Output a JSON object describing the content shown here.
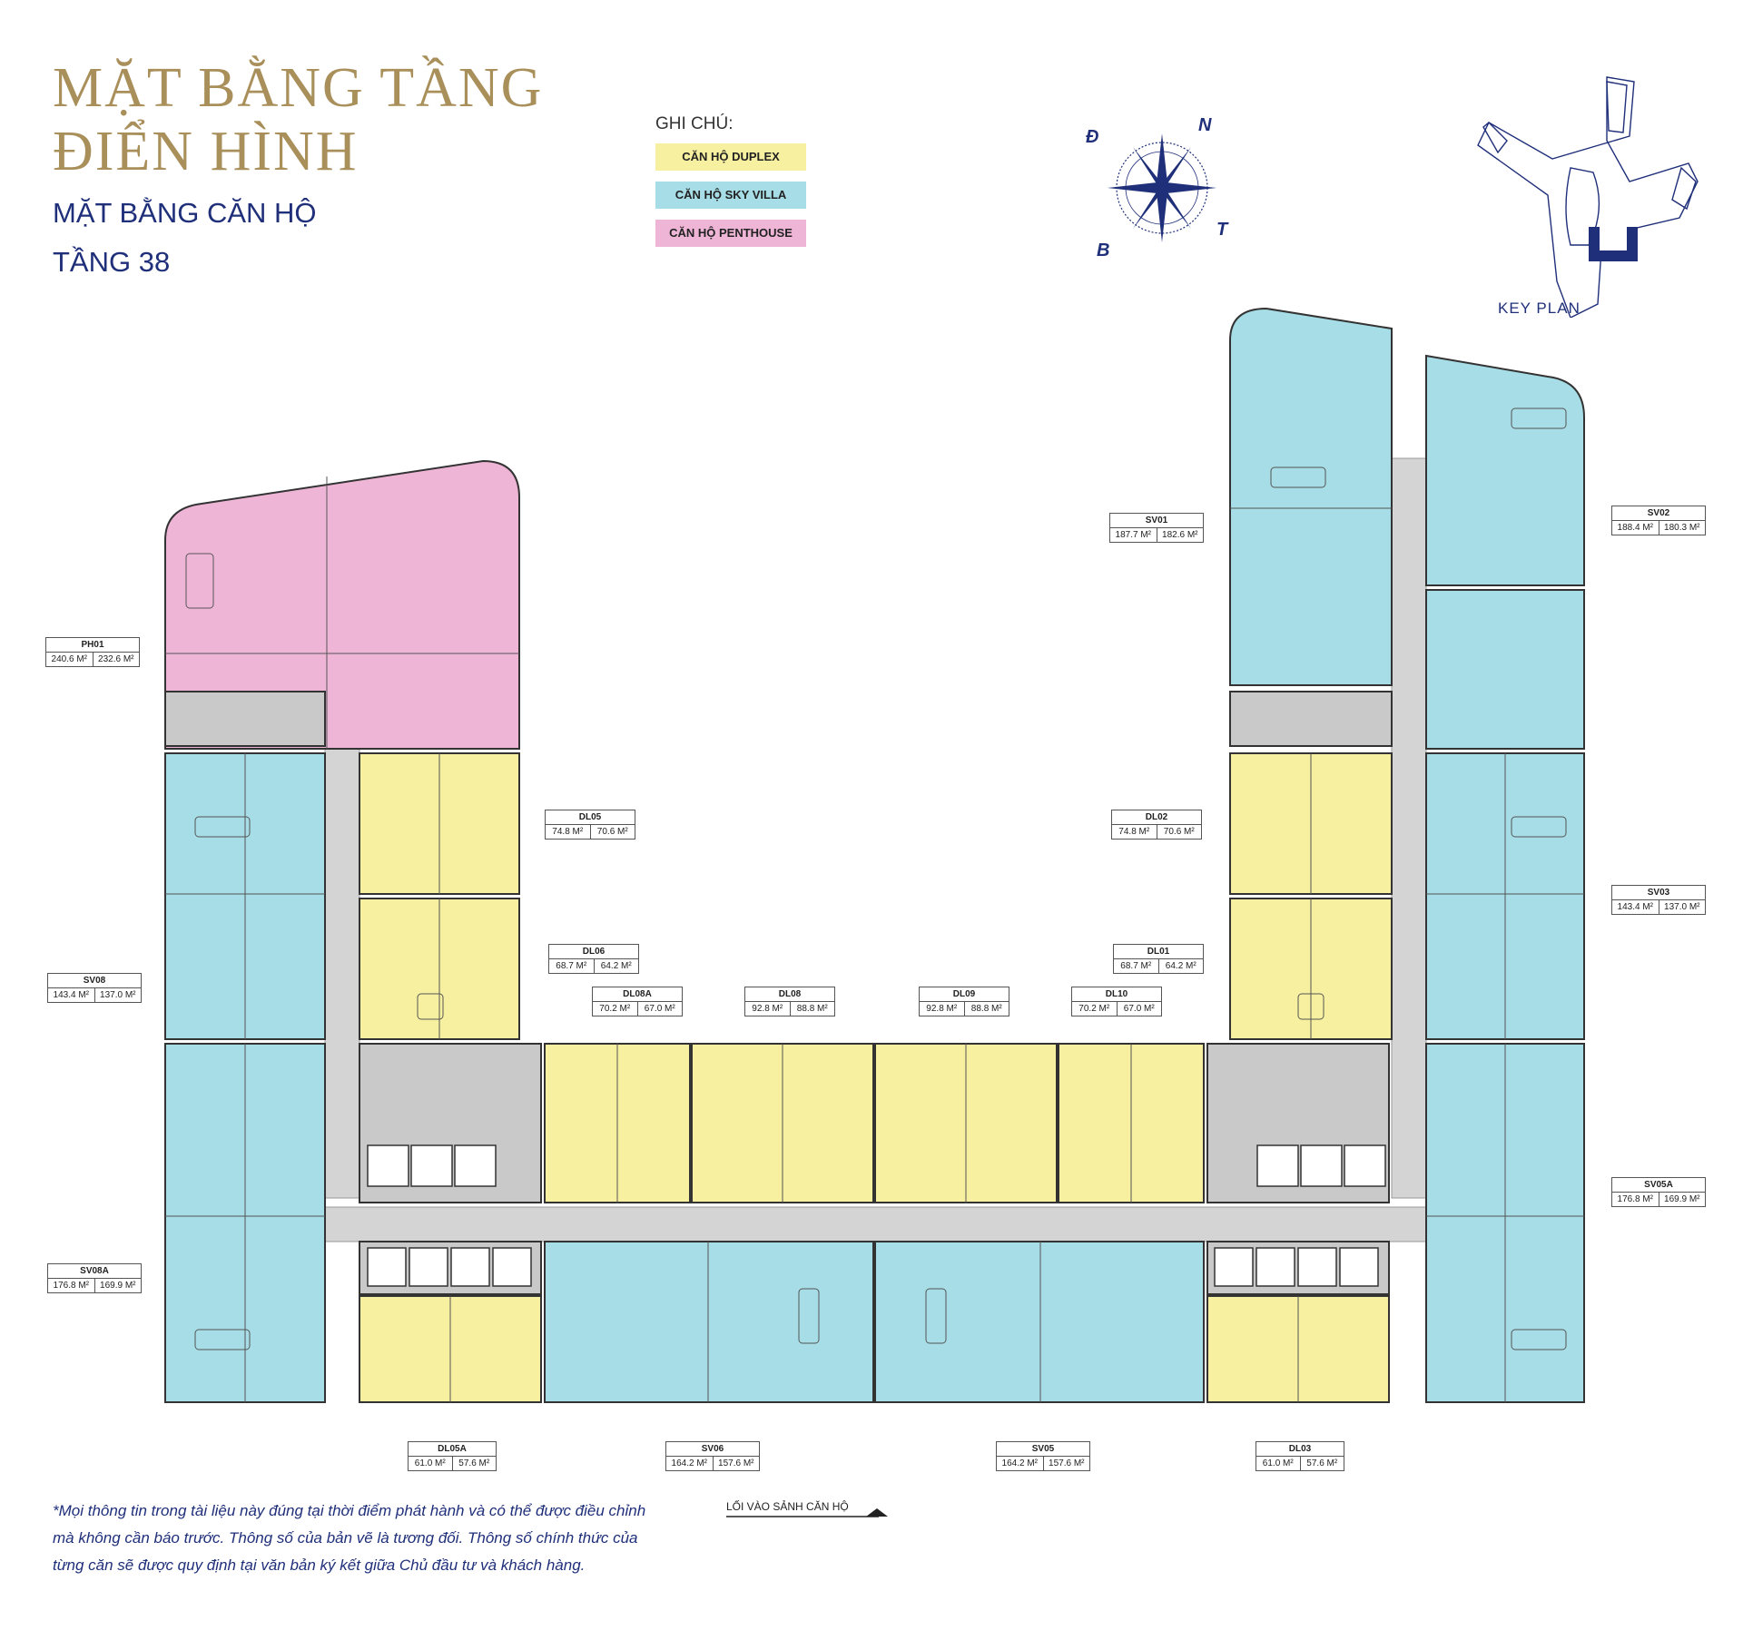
{
  "title": {
    "line1": "MẶT BẰNG TẦNG",
    "line2": "ĐIỂN HÌNH",
    "sub1": "MẶT BẰNG CĂN HỘ",
    "sub2": "TẦNG 38"
  },
  "legend": {
    "heading": "GHI CHÚ:",
    "items": [
      {
        "label": "CĂN HỘ DUPLEX",
        "color": "#f7f0a0"
      },
      {
        "label": "CĂN HỘ SKY VILLA",
        "color": "#a7dde6"
      },
      {
        "label": "CĂN HỘ PENTHOUSE",
        "color": "#eeb5d6"
      }
    ]
  },
  "compass": {
    "n": "N",
    "d": "Đ",
    "b": "B",
    "t": "T"
  },
  "keyplan": {
    "label": "KEY PLAN"
  },
  "units": [
    {
      "id": "PH01",
      "a1": "240.6 M²",
      "a2": "232.6 M²"
    },
    {
      "id": "SV08",
      "a1": "143.4 M²",
      "a2": "137.0 M²"
    },
    {
      "id": "SV08A",
      "a1": "176.8 M²",
      "a2": "169.9 M²"
    },
    {
      "id": "DL05",
      "a1": "74.8 M²",
      "a2": "70.6 M²"
    },
    {
      "id": "DL06",
      "a1": "68.7 M²",
      "a2": "64.2 M²"
    },
    {
      "id": "DL08A",
      "a1": "70.2 M²",
      "a2": "67.0 M²"
    },
    {
      "id": "DL08",
      "a1": "92.8 M²",
      "a2": "88.8 M²"
    },
    {
      "id": "DL09",
      "a1": "92.8 M²",
      "a2": "88.8 M²"
    },
    {
      "id": "DL10",
      "a1": "70.2 M²",
      "a2": "67.0 M²"
    },
    {
      "id": "DL01",
      "a1": "68.7 M²",
      "a2": "64.2 M²"
    },
    {
      "id": "DL02",
      "a1": "74.8 M²",
      "a2": "70.6 M²"
    },
    {
      "id": "SV01",
      "a1": "187.7 M²",
      "a2": "182.6 M²"
    },
    {
      "id": "SV02",
      "a1": "188.4 M²",
      "a2": "180.3 M²"
    },
    {
      "id": "SV03",
      "a1": "143.4 M²",
      "a2": "137.0 M²"
    },
    {
      "id": "SV05A",
      "a1": "176.8 M²",
      "a2": "169.9 M²"
    },
    {
      "id": "DL05A",
      "a1": "61.0 M²",
      "a2": "57.6 M²"
    },
    {
      "id": "SV06",
      "a1": "164.2 M²",
      "a2": "157.6 M²"
    },
    {
      "id": "SV05",
      "a1": "164.2 M²",
      "a2": "157.6 M²"
    },
    {
      "id": "DL03",
      "a1": "61.0 M²",
      "a2": "57.6 M²"
    }
  ],
  "entrance": "LỐI VÀO SẢNH CĂN HỘ",
  "footnote": "*Mọi thông tin trong tài liệu này đúng tại thời điểm phát hành và có thể được điều chỉnh mà không cần báo trước. Thông số của bản vẽ là tương đối. Thông số chính thức của từng căn sẽ được quy định tại văn bản ký kết giữa Chủ đầu tư và khách hàng.",
  "colors": {
    "duplex": "#f7f0a0",
    "skyvilla": "#a7dde6",
    "penthouse": "#eeb5d6",
    "core": "#d4d4d4",
    "gold": "#a98f5a",
    "navy": "#1f2f7a"
  }
}
